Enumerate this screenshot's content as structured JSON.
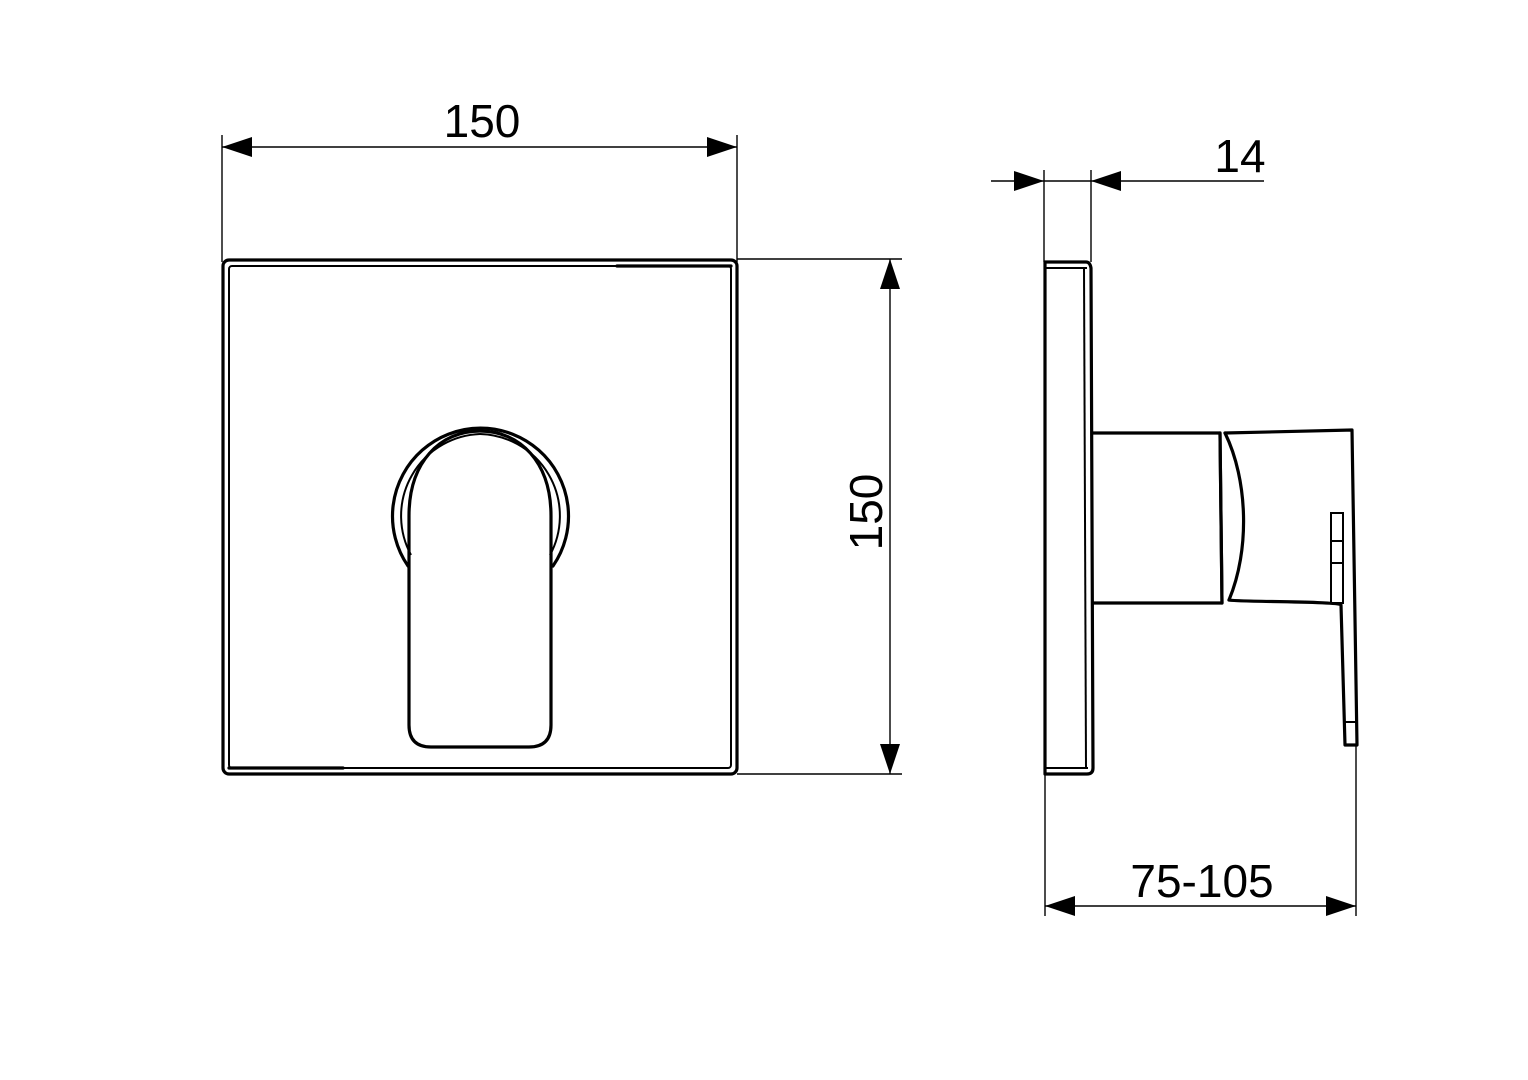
{
  "drawing": {
    "type": "technical-dimension-drawing",
    "subject": "concealed single-lever mixer trim plate",
    "stroke_color": "#000000",
    "background": "#ffffff",
    "front_view": {
      "width_label": "150",
      "height_label": "150"
    },
    "side_view": {
      "plate_thickness_label": "14",
      "projection_label": "75-105"
    }
  }
}
